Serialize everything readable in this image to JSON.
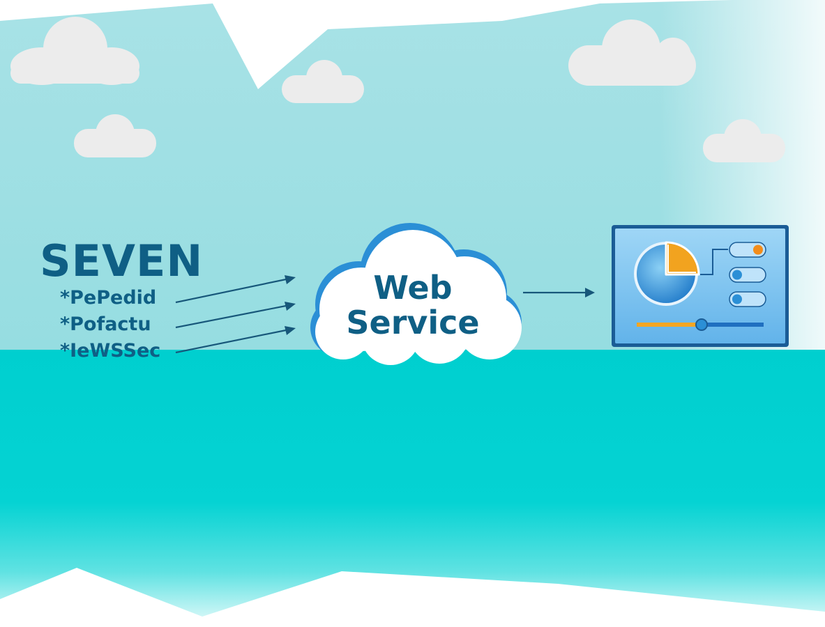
{
  "source": {
    "title": "SEVEN",
    "items": [
      "*PePedid",
      "*Pofactu",
      "*IeWSSec"
    ]
  },
  "service": {
    "line1": "Web",
    "line2": "Service"
  },
  "colors": {
    "sky": "#9fdfe3",
    "sea": "#00d0d0",
    "text": "#0f5f85",
    "cloud": "#ededed",
    "accent_orange": "#f5a623",
    "accent_blue": "#2b8fd6"
  },
  "icons": [
    "dashboard-monitor-icon",
    "pie-chart-icon",
    "toggle-switch-icon",
    "slider-icon",
    "cloud-icon"
  ]
}
